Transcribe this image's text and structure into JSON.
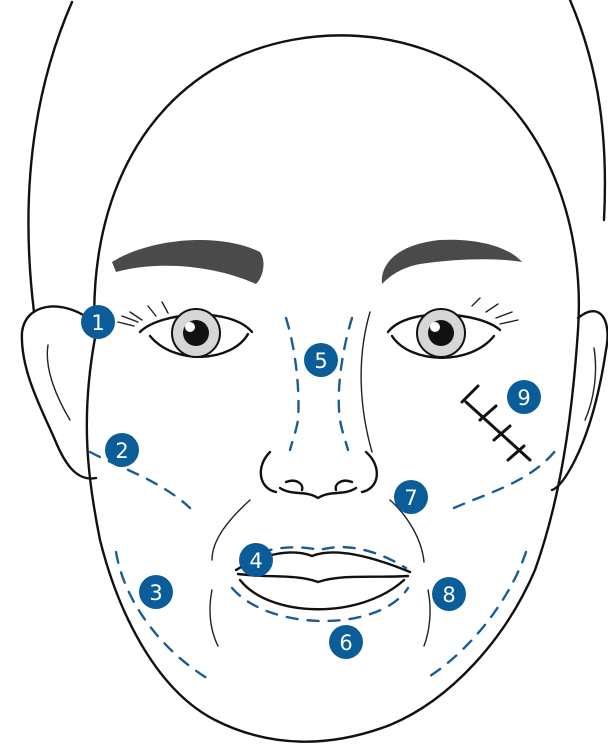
{
  "colors": {
    "marker_fill": "#0b5d99",
    "dashed_zone": "#1a5d96",
    "outline": "#111111",
    "eyebrow": "#4a4a4a",
    "iris": "#d6d6d6"
  },
  "markers": [
    {
      "label": "1"
    },
    {
      "label": "2"
    },
    {
      "label": "3"
    },
    {
      "label": "4"
    },
    {
      "label": "5"
    },
    {
      "label": "6"
    },
    {
      "label": "7"
    },
    {
      "label": "8"
    },
    {
      "label": "9"
    }
  ]
}
